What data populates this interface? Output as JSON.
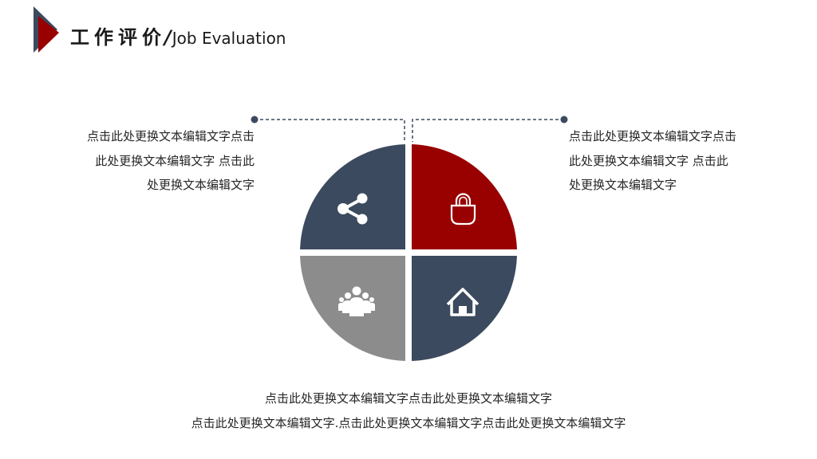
{
  "header": {
    "title_cn": "工作评价",
    "title_slash": "/",
    "title_en": "Job Evaluation",
    "logo_icon": "triangle-play-icon"
  },
  "colors": {
    "navy": "#3b4a5e",
    "red": "#990000",
    "gray": "#8c8c8c",
    "text": "#262626",
    "connector": "#3b4a5e"
  },
  "left_text": {
    "lines": [
      "点击此处更换文本编辑文字点击",
      "此处更换文本编辑文字 点击此",
      "处更换文本编辑文字"
    ]
  },
  "right_text": {
    "lines": [
      "点击此处更换文本编辑文字点击",
      "此处更换文本编辑文字 点击此",
      "处更换文本编辑文字"
    ]
  },
  "bottom_text": {
    "lines": [
      "点击此处更换文本编辑文字点击此处更换文本编辑文字",
      "点击此处更换文本编辑文字.点击此处更换文本编辑文字点击此处更换文本编辑文字"
    ]
  },
  "quadrants": [
    {
      "position": "top-left",
      "icon": "share-icon",
      "color": "#3b4a5e"
    },
    {
      "position": "top-right",
      "icon": "lock-icon",
      "color": "#990000"
    },
    {
      "position": "bottom-left",
      "icon": "team-icon",
      "color": "#8c8c8c"
    },
    {
      "position": "bottom-right",
      "icon": "home-icon",
      "color": "#3b4a5e"
    }
  ]
}
